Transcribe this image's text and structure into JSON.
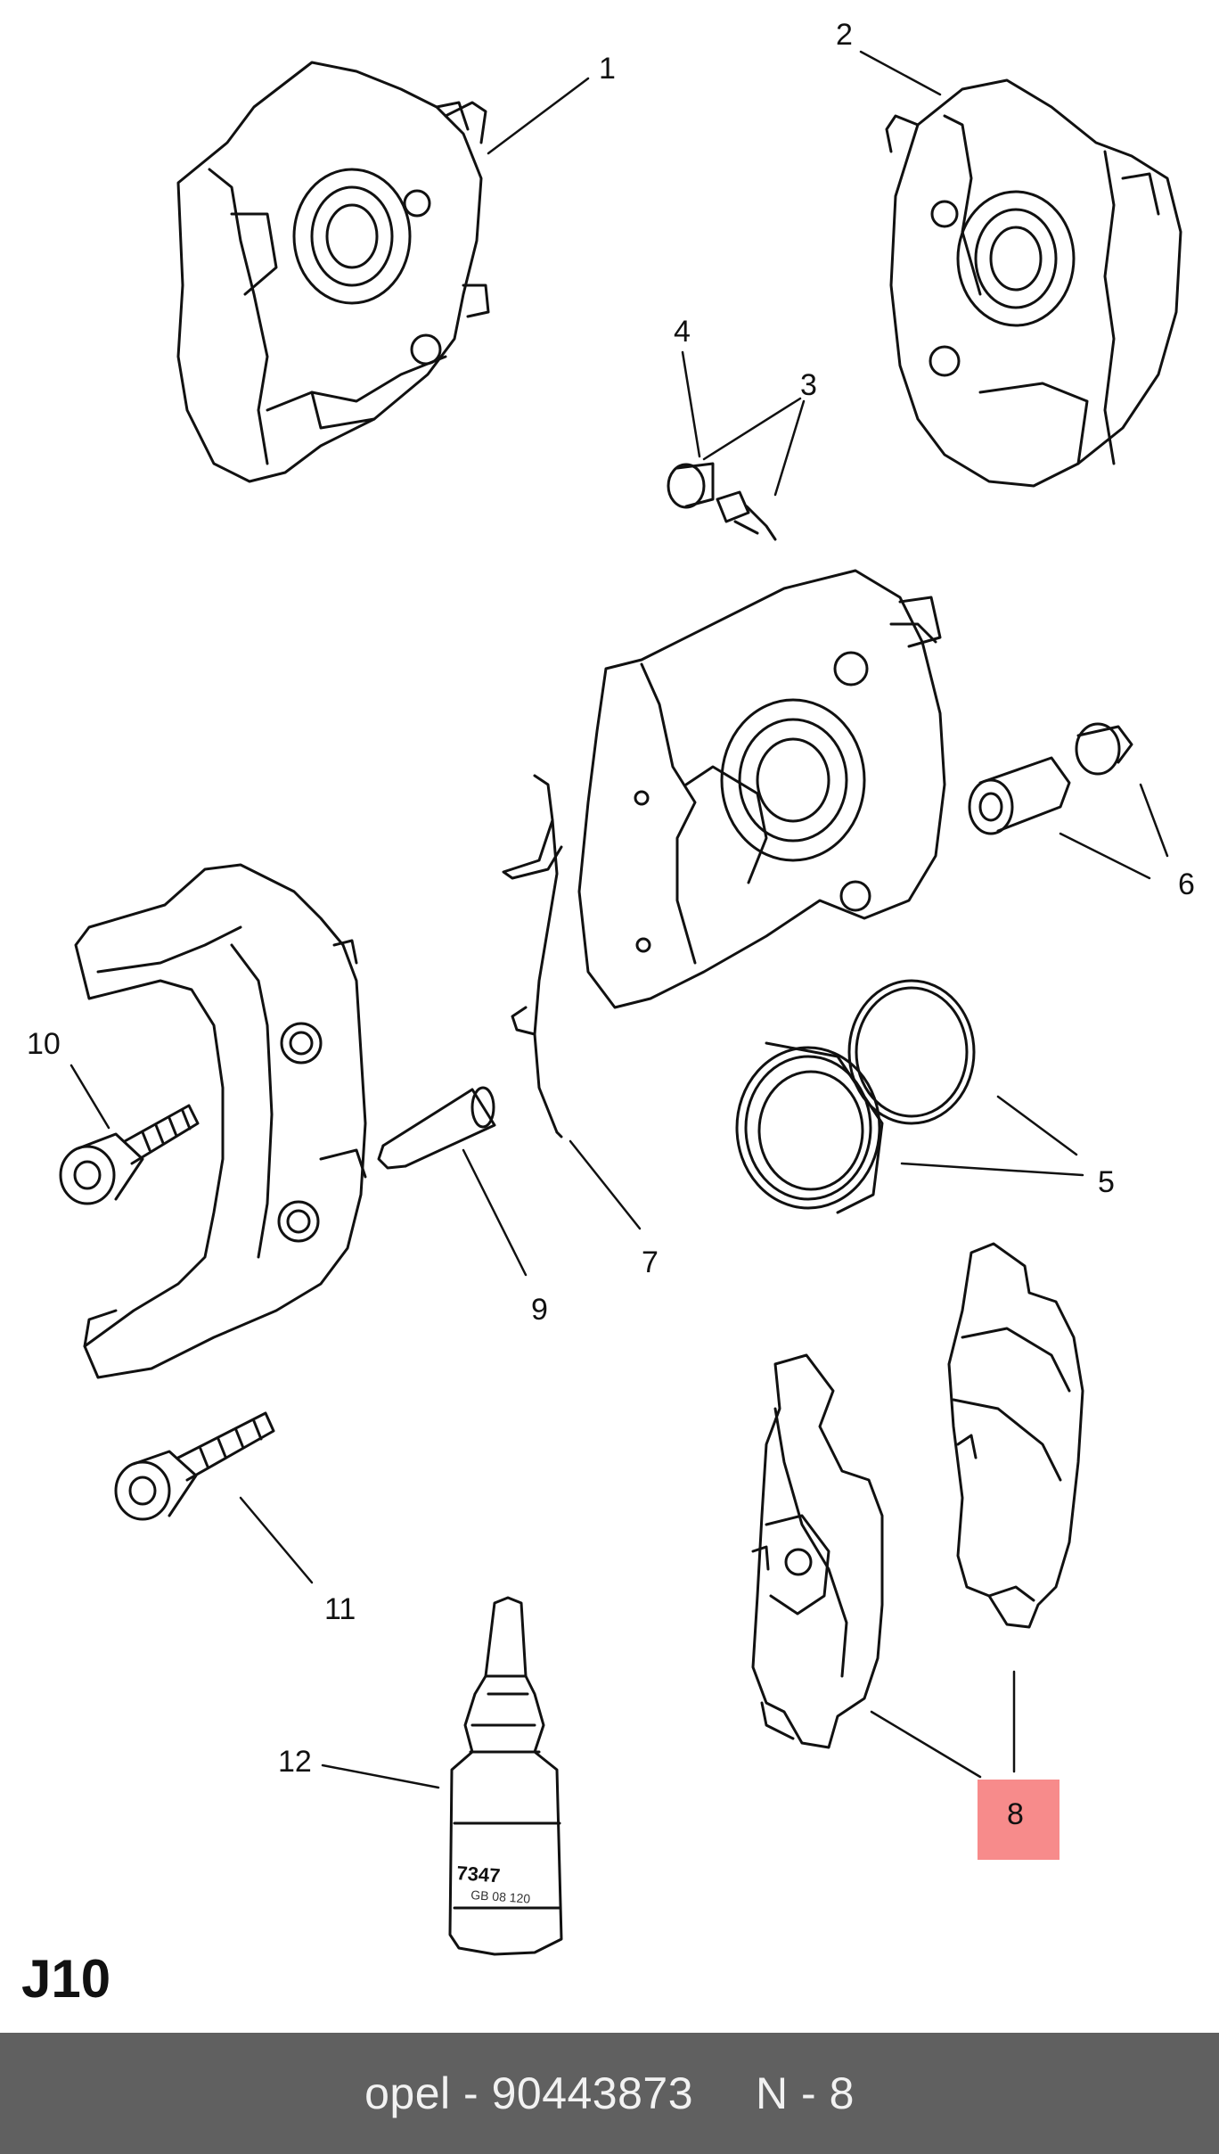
{
  "diagram": {
    "code": "J10",
    "callouts": [
      "1",
      "2",
      "3",
      "4",
      "5",
      "6",
      "7",
      "8",
      "9",
      "10",
      "11",
      "12"
    ],
    "highlight_color": "#f78b8b",
    "bottle_label_lines": [
      "7347",
      "GB 08 120"
    ]
  },
  "footer": {
    "brand": "opel",
    "separator": "-",
    "part_number": "90443873",
    "item_ref": "N - 8",
    "background": "#606060"
  }
}
